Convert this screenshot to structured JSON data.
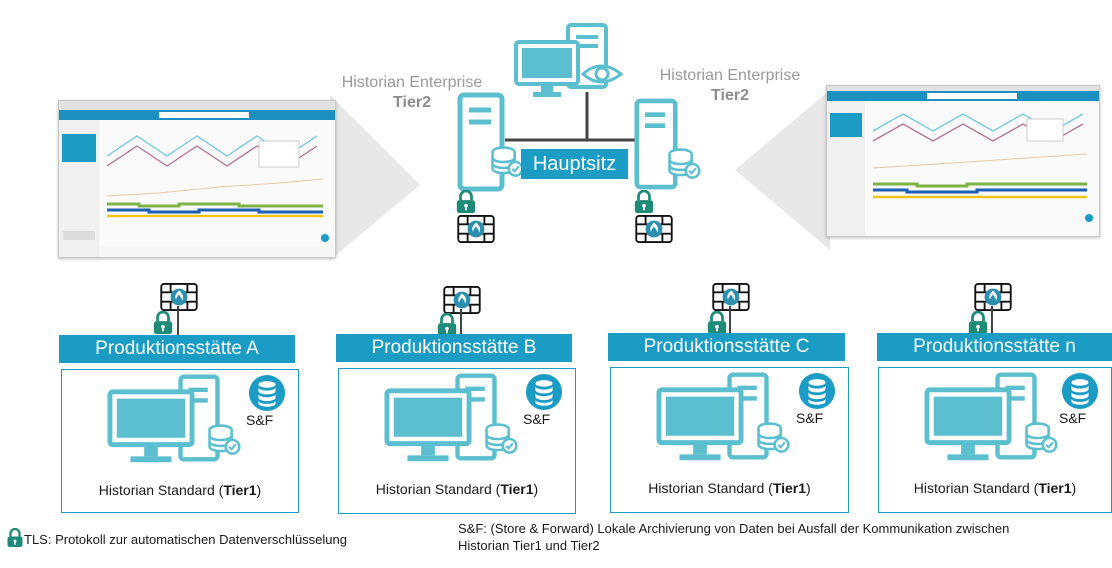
{
  "headquarters": {
    "label": "Hauptsitz",
    "left_enterprise": {
      "name": "Historian Enterprise",
      "tier": "Tier2"
    },
    "right_enterprise": {
      "name": "Historian Enterprise",
      "tier": "Tier2"
    }
  },
  "sites": [
    {
      "name": "Produktionsstätte A",
      "std_label": "Historian Standard (",
      "std_tier": "Tier1",
      "std_close": ")",
      "sf": "S&F"
    },
    {
      "name": "Produktionsstätte B",
      "std_label": "Historian Standard (",
      "std_tier": "Tier1",
      "std_close": ")",
      "sf": "S&F"
    },
    {
      "name": "Produktionsstätte C",
      "std_label": "Historian Standard (",
      "std_tier": "Tier1",
      "std_close": ")",
      "sf": "S&F"
    },
    {
      "name": "Produktionsstätte n",
      "std_label": "Historian Standard (",
      "std_tier": "Tier1",
      "std_close": ")",
      "sf": "S&F"
    }
  ],
  "footer": {
    "tls": "TLS: Protokoll zur automatischen Datenverschlüsselung",
    "sf_line1": "S&F:  (Store & Forward) Lokale Archivierung von Daten bei Ausfall der Kommunikation zwischen",
    "sf_line2": "Historian Tier1 und Tier2"
  },
  "colors": {
    "accent": "#1a9cc4",
    "icon": "#5bbfd0",
    "lock": "#1e8a78",
    "gray": "#9a9a9a"
  }
}
